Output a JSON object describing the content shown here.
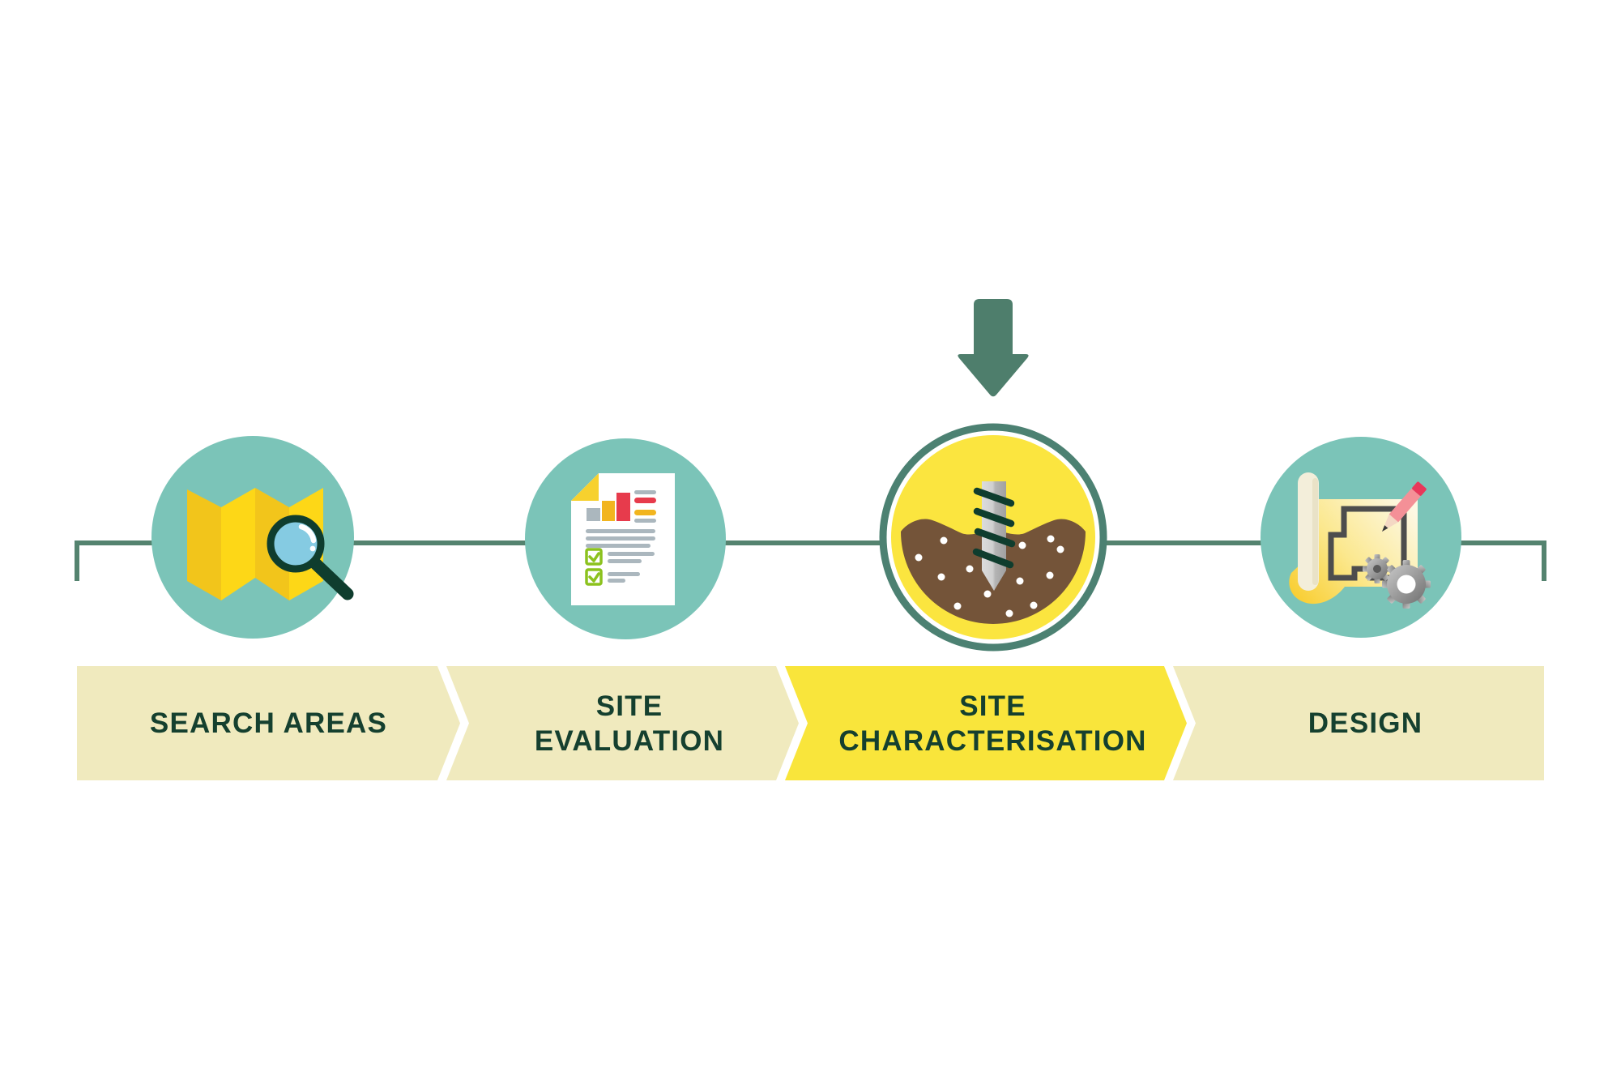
{
  "diagram_type": "process-timeline",
  "stages": [
    {
      "label": "SEARCH AREAS",
      "icon": "map-magnifier-icon",
      "state": "default"
    },
    {
      "label": "SITE\nEVALUATION",
      "icon": "report-checklist-icon",
      "state": "default"
    },
    {
      "label": "SITE\nCHARACTERISATION",
      "icon": "soil-auger-icon",
      "state": "highlighted"
    },
    {
      "label": "DESIGN",
      "icon": "blueprint-gears-icon",
      "state": "default"
    }
  ],
  "highlighted_stage": "SITE CHARACTERISATION",
  "marker_icon": "down-arrow-icon",
  "colors": {
    "background": "#FFFFFF",
    "teal_circle": "#7BC4B8",
    "connector_green": "#54836F",
    "arrow_green": "#4E7E6C",
    "ring_green": "#4C8172",
    "highlight_yellow": "#FBE53F",
    "banner_beige": "#F0EABE",
    "banner_yellow": "#F9E53B",
    "text_dark_green": "#15402F",
    "map_yellow_dark": "#F2C51B",
    "map_yellow_bright": "#FDD717",
    "soil_brown": "#745439",
    "dark_green_icon": "#0F3D2E",
    "doc_gray": "#ABB7BE",
    "doc_red": "#E73B4C",
    "doc_amber": "#F2B51F",
    "check_green": "#8CC21E",
    "lens_blue": "#85CBE2",
    "plan_gray": "#4D4D4D",
    "pencil_pink": "#F49097",
    "pencil_red": "#E8375A",
    "pencil_wood": "#F4D8C4",
    "scroll_cream": "#F3EEDA",
    "doc_fold_yellow": "#F7D12E"
  }
}
